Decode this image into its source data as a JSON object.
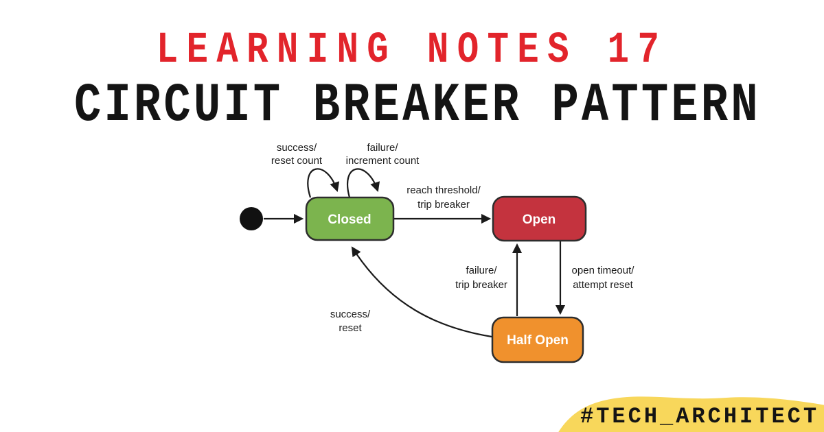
{
  "header": {
    "line1": "LEARNING NOTES 17",
    "line1_color": "#E2242B",
    "line2": "CIRCUIT BREAKER PATTERN",
    "line2_color": "#141414"
  },
  "diagram": {
    "type": "state-diagram",
    "initial_marker": "filled-circle",
    "line_color": "#1a1a1a",
    "border_color": "#2d2d2d",
    "states": {
      "closed": {
        "label": "Closed",
        "fill": "#7CB44E"
      },
      "open": {
        "label": "Open",
        "fill": "#C4333E"
      },
      "half_open": {
        "label": "Half Open",
        "fill": "#F0912D"
      }
    },
    "transitions": {
      "closed_self_success": {
        "from": "Closed",
        "to": "Closed",
        "line1": "success/",
        "line2": "reset count"
      },
      "closed_self_failure": {
        "from": "Closed",
        "to": "Closed",
        "line1": "failure/",
        "line2": "increment count"
      },
      "closed_to_open": {
        "from": "Closed",
        "to": "Open",
        "line1": "reach threshold/",
        "line2": "trip breaker"
      },
      "half_open_to_open": {
        "from": "Half Open",
        "to": "Open",
        "line1": "failure/",
        "line2": "trip breaker"
      },
      "open_to_half_open": {
        "from": "Open",
        "to": "Half Open",
        "line1": "open timeout/",
        "line2": "attempt reset"
      },
      "half_open_to_closed": {
        "from": "Half Open",
        "to": "Closed",
        "line1": "success/",
        "line2": "reset"
      }
    }
  },
  "badge": {
    "label": "#TECH_ARCHITECT",
    "fill": "#F8D75B",
    "text_color": "#141414"
  }
}
